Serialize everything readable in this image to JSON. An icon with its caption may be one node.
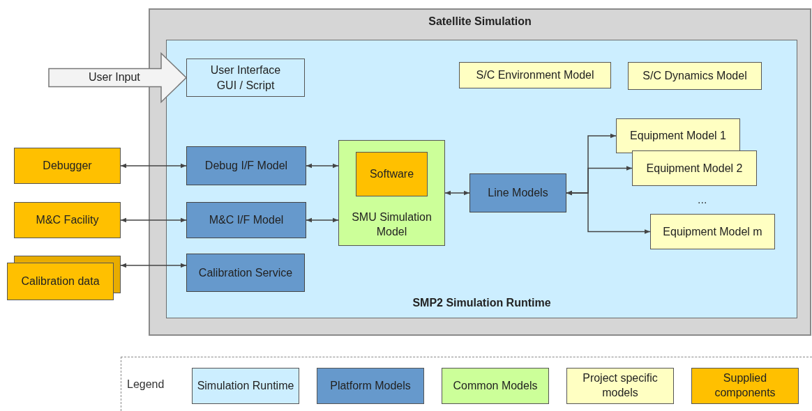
{
  "diagram": {
    "nodes": [
      {
        "text": [
          "Satellite Simulation"
        ]
      },
      {
        "text": [
          "SMP2 Simulation Runtime"
        ],
        "in": 0
      },
      {
        "text": [
          "User Interface",
          "GUI / Script"
        ],
        "in": 1
      },
      {
        "text": [
          "S/C Environment Model"
        ],
        "in": 1
      },
      {
        "text": [
          "S/C Dynamics Model"
        ],
        "in": 1
      },
      {
        "text": [
          "Debugger"
        ]
      },
      {
        "text": [
          "M&C Facility"
        ]
      },
      {
        "text": [
          "Calibration data"
        ]
      },
      {
        "text": [
          "Debug I/F Model"
        ],
        "in": 1
      },
      {
        "text": [
          "M&C I/F Model"
        ],
        "in": 1
      },
      {
        "text": [
          "Calibration Service"
        ],
        "in": 1
      },
      {
        "text": [
          "SMU Simulation Model"
        ],
        "in": 1
      },
      {
        "text": [
          "Software"
        ],
        "in": 11
      },
      {
        "text": [
          "Line Models"
        ],
        "in": 1
      },
      {
        "text": [
          "Equipment Model 1"
        ],
        "in": 1
      },
      {
        "text": [
          "Equipment Model 2"
        ],
        "in": 1
      },
      {
        "text": [
          "Equipment Model m"
        ],
        "in": 1
      }
    ],
    "edges": [
      {
        "from": null,
        "to": 2,
        "arrow": "to",
        "label": "User Input",
        "style": "thick"
      },
      {
        "from": 5,
        "to": 8,
        "arrow": "both"
      },
      {
        "from": 6,
        "to": 9,
        "arrow": "both"
      },
      {
        "from": 7,
        "to": 10,
        "arrow": "both"
      },
      {
        "from": 8,
        "to": 11,
        "arrow": "both"
      },
      {
        "from": 9,
        "to": 11,
        "arrow": "both"
      },
      {
        "from": 11,
        "to": 13,
        "arrow": "both"
      },
      {
        "from": 13,
        "to": 14,
        "arrow": "both"
      },
      {
        "from": 13,
        "to": 15,
        "arrow": "both"
      },
      {
        "from": 13,
        "to": 16,
        "arrow": "both"
      }
    ],
    "labels": [
      "...",
      "Legend"
    ],
    "legend": [
      {
        "text": "Simulation Runtime",
        "color": "#cceeff"
      },
      {
        "text": "Platform Models",
        "color": "#6699cc"
      },
      {
        "text": "Common Models",
        "color": "#ccff99"
      },
      {
        "text": "Project specific models",
        "color": "#ffffc2"
      },
      {
        "text": "Supplied components",
        "color": "#ffc000"
      }
    ]
  }
}
